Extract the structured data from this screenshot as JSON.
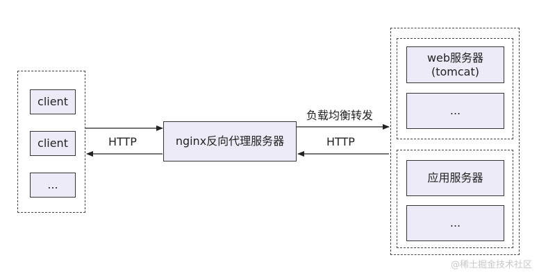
{
  "clients": [
    "client",
    "client",
    "..."
  ],
  "proxy": "nginx反向代理服务器",
  "left_request_label": "HTTP",
  "right_top_label": "负载均衡转发",
  "right_bottom_label": "HTTP",
  "web_group": {
    "title_line1": "web服务器",
    "title_line2": "(tomcat)",
    "more": "..."
  },
  "app_group": {
    "title": "应用服务器",
    "more": "..."
  },
  "watermark": "@稀土掘金技术社区"
}
